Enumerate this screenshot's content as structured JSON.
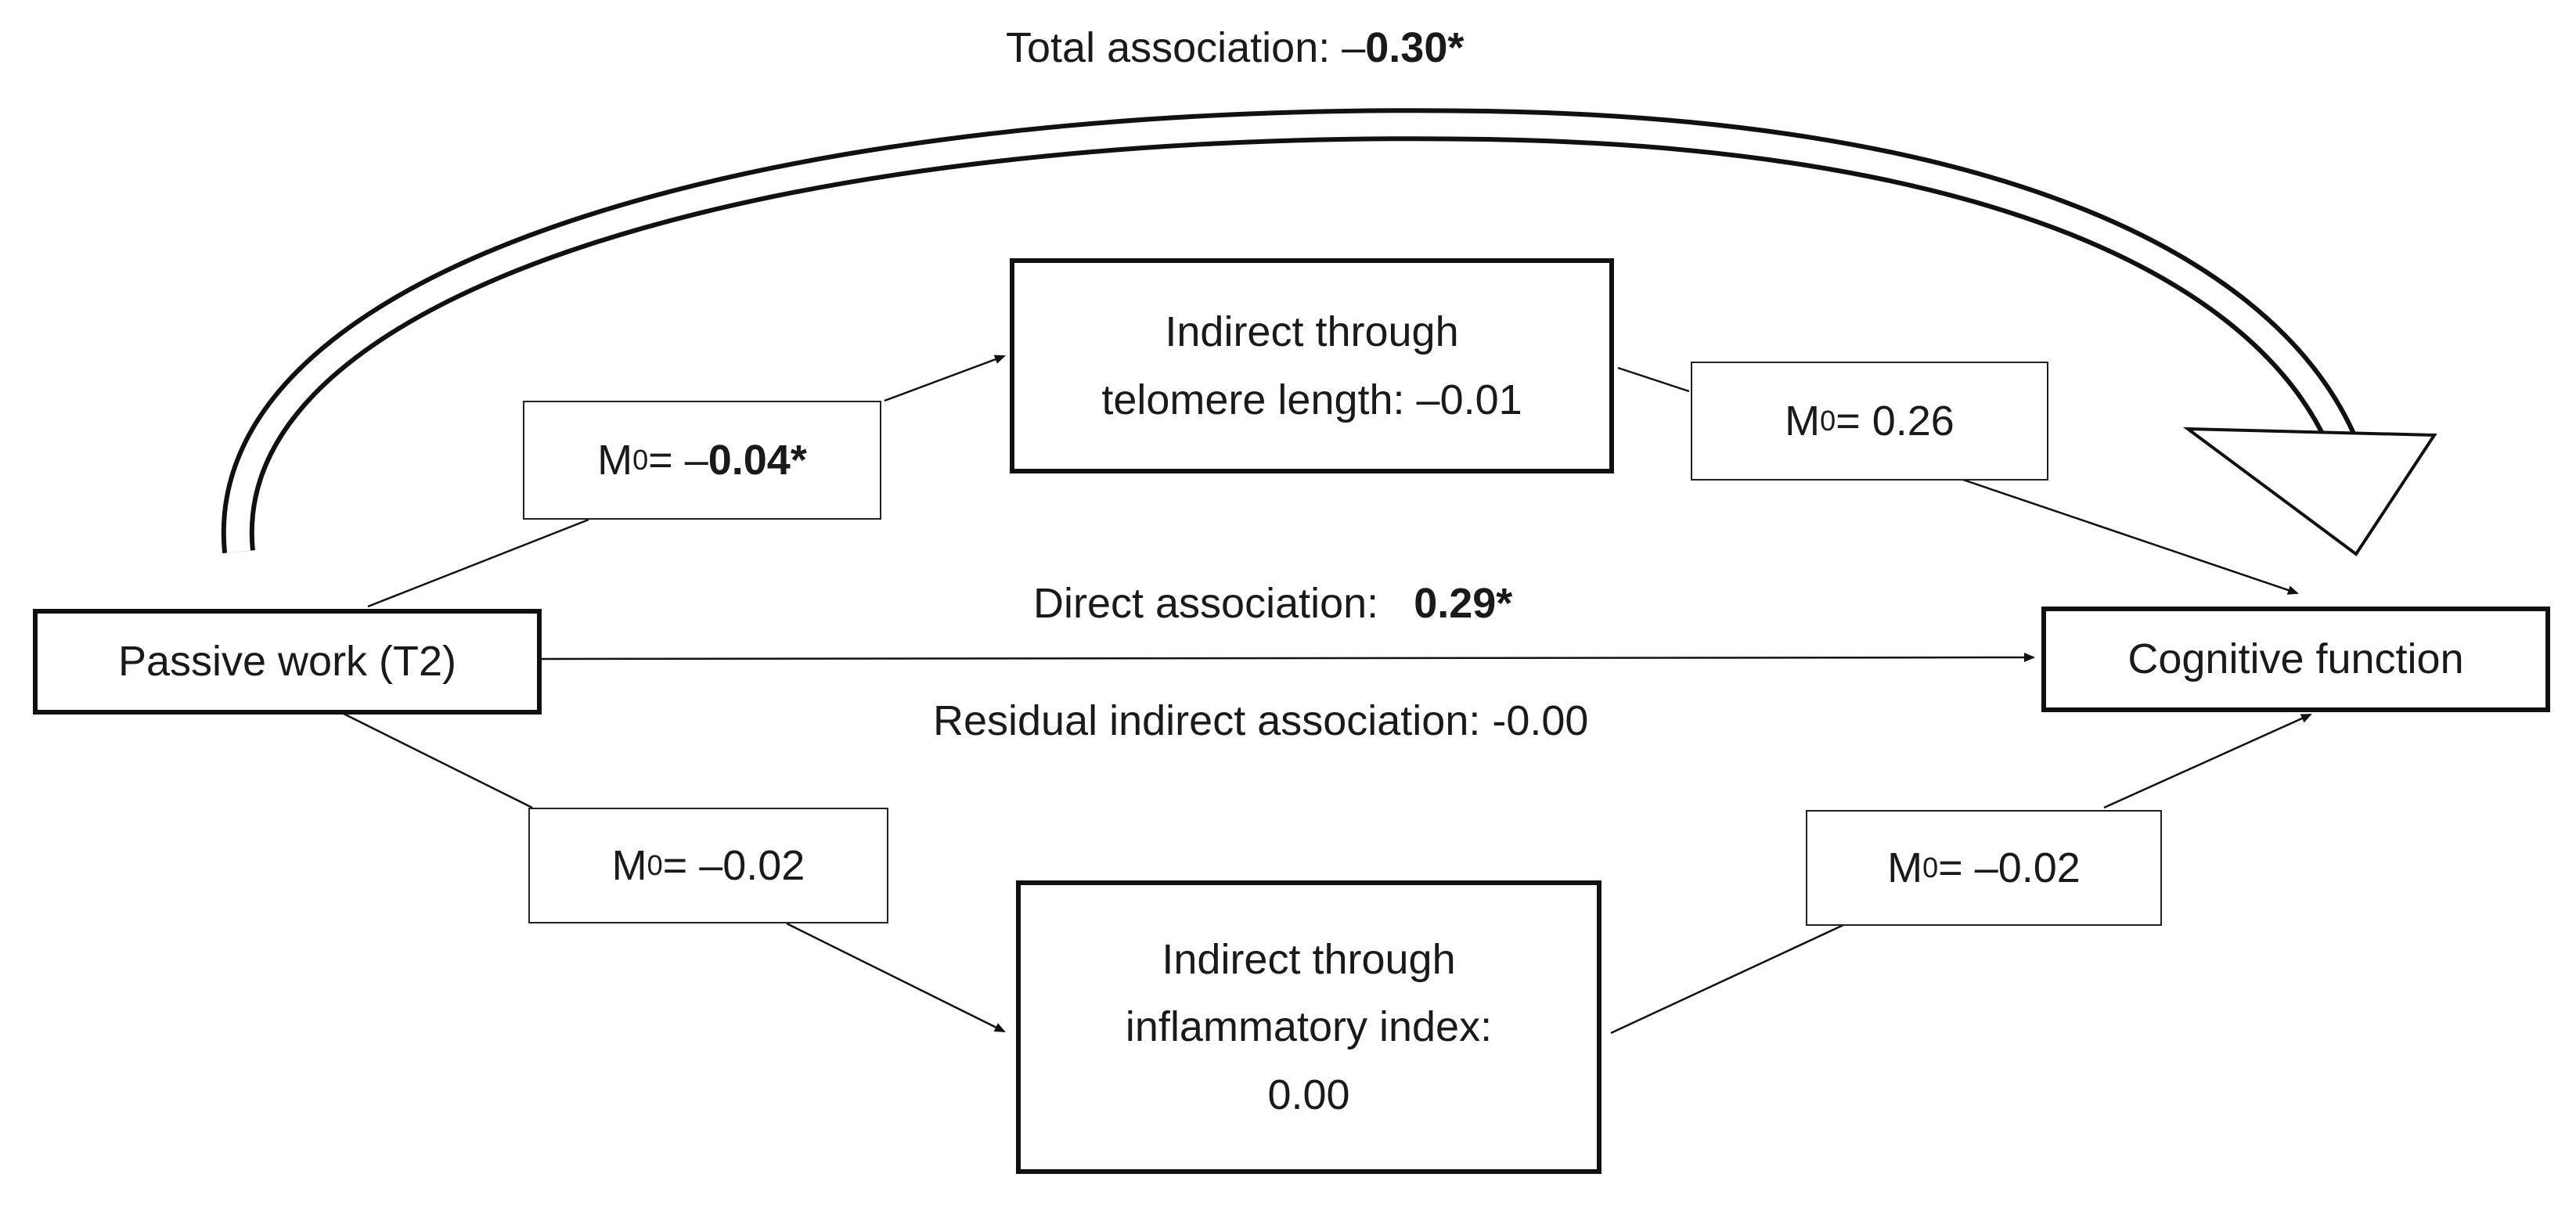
{
  "nodes": {
    "passive_work": "Passive work (T2)",
    "cognitive_function": "Cognitive function",
    "telomere": {
      "line1": "Indirect through",
      "line2": "telomere length: –0.01"
    },
    "inflammatory": {
      "line1": "Indirect through",
      "line2": "inflammatory index:",
      "line3": "0.00"
    }
  },
  "coefficients": {
    "m0_symbol": "M",
    "m0_subscript": "0",
    "telomere_in": {
      "prefix": "= –",
      "value": "0.04*"
    },
    "telomere_out": {
      "value": "= 0.26"
    },
    "inflam_in": {
      "value": "= –0.02"
    },
    "inflam_out": {
      "value": "= –0.02"
    }
  },
  "labels": {
    "total": {
      "text": "Total association: –",
      "value": "0.30*"
    },
    "direct": {
      "text": "Direct association:",
      "value": "0.29*"
    },
    "residual": "Residual indirect association: -0.00"
  },
  "colors": {
    "stroke": "#111111",
    "text": "#1a1a1a",
    "background": "#ffffff"
  }
}
